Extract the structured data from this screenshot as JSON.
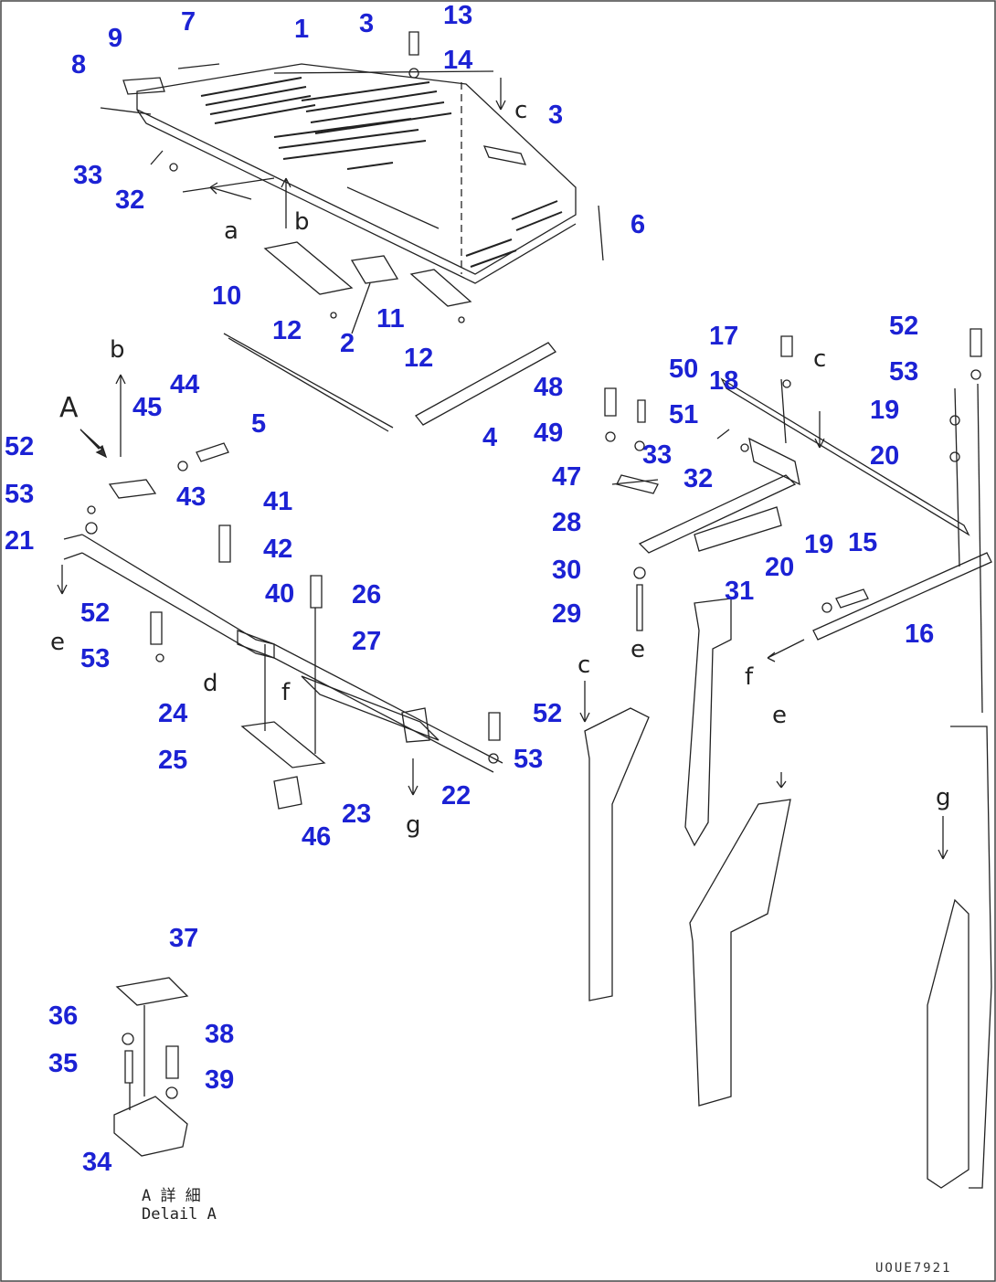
{
  "diagram": {
    "callouts": [
      "1",
      "2",
      "3",
      "3",
      "4",
      "5",
      "6",
      "7",
      "8",
      "9",
      "10",
      "11",
      "12",
      "12",
      "13",
      "14",
      "15",
      "16",
      "17",
      "18",
      "19",
      "19",
      "20",
      "20",
      "21",
      "22",
      "23",
      "24",
      "25",
      "26",
      "27",
      "28",
      "29",
      "30",
      "31",
      "32",
      "32",
      "33",
      "33",
      "34",
      "35",
      "36",
      "37",
      "38",
      "39",
      "40",
      "41",
      "42",
      "43",
      "44",
      "45",
      "46",
      "47",
      "48",
      "49",
      "50",
      "51",
      "52",
      "52",
      "52",
      "53",
      "53",
      "53",
      "53"
    ],
    "view_letters": [
      "A",
      "a",
      "b",
      "b",
      "c",
      "c",
      "c",
      "d",
      "e",
      "e",
      "e",
      "f",
      "f",
      "g",
      "g"
    ],
    "detail_caption": {
      "japanese": "A 詳 細",
      "english": "Delail A"
    },
    "drawing_code": "UOUE7921"
  },
  "colors": {
    "callout": "#1c22d4",
    "line": "#222222",
    "background": "#ffffff"
  }
}
